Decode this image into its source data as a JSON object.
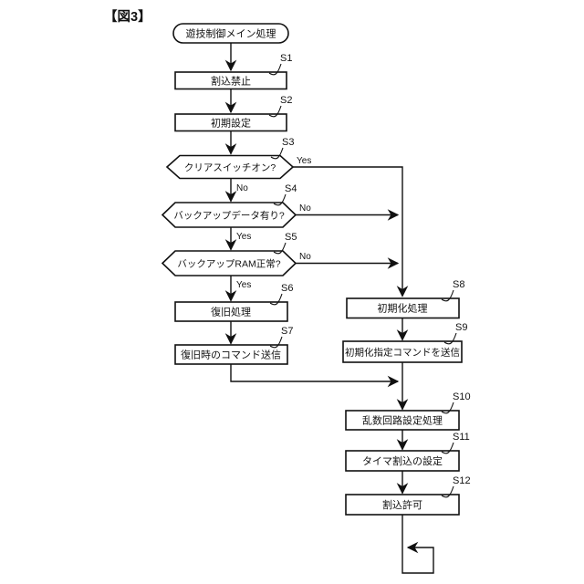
{
  "figure_label": "【図3】",
  "colors": {
    "background": "#ffffff",
    "line": "#111111",
    "node_fill": "#ffffff"
  },
  "nodes": {
    "start": "遊技制御メイン処理",
    "s1": "割込禁止",
    "s2": "初期設定",
    "s3": "クリアスイッチオン?",
    "s4": "バックアップデータ有り?",
    "s5": "バックアップRAM正常?",
    "s6": "復旧処理",
    "s7": "復旧時のコマンド送信",
    "s8": "初期化処理",
    "s9": "初期化指定コマンドを送信",
    "s10": "乱数回路設定処理",
    "s11": "タイマ割込の設定",
    "s12": "割込許可"
  },
  "steps": {
    "s1": "S1",
    "s2": "S2",
    "s3": "S3",
    "s4": "S4",
    "s5": "S5",
    "s6": "S6",
    "s7": "S7",
    "s8": "S8",
    "s9": "S9",
    "s10": "S10",
    "s11": "S11",
    "s12": "S12"
  },
  "edges": {
    "s3_yes": "Yes",
    "s3_no": "No",
    "s4_no": "No",
    "s4_yes": "Yes",
    "s5_no": "No",
    "s5_yes": "Yes"
  }
}
